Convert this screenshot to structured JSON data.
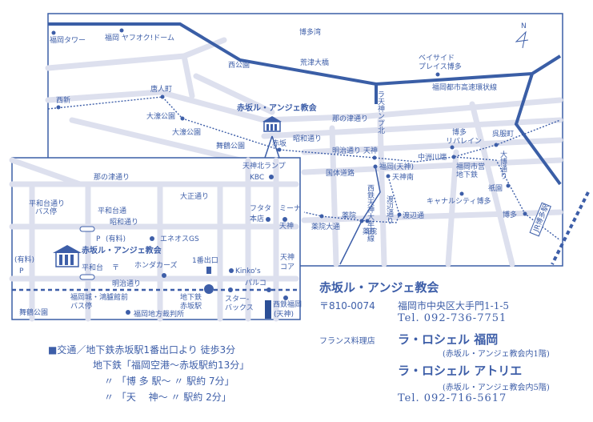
{
  "colors": {
    "accent": "#3d5ea8",
    "road": "#dde0ee"
  },
  "map": {
    "compass": "N",
    "labels": {
      "hakata_bay": "博多湾",
      "fukuoka_tower": "福岡タワー",
      "dome": "福岡 ヤフオク!ドーム",
      "nishi_park": "西公園",
      "aratsu": "荒津大橋",
      "bayside1": "ベイサイド",
      "bayside2": "プレイス博多",
      "expressway": "福岡都市高速環状線",
      "tenjin_ramp": "ラ天神ンプ北",
      "tojinmachi": "唐人町",
      "nishijin": "西新",
      "church": "赤坂ル・アンジェ教会",
      "ohori_station": "大濠公園",
      "ohori_park": "大濠公園",
      "maizuru": "舞鶴公園",
      "nanotsu": "那の津通り",
      "akasaka": "赤坂",
      "showa": "昭和通り",
      "meiji_tenjin": "明治通り 天神",
      "riverain1": "博多",
      "riverain2": "リバレイン",
      "gofukumachi": "呉服町",
      "nakasu": "中洲川端",
      "taihaku": "大博通り",
      "subway1": "福岡市営",
      "subway2": "地下鉄",
      "kokutai": "国体道路",
      "fukuoka_tenjin": "福岡(天神)",
      "tenjin_minami": "天神南",
      "gion": "祇園",
      "canal": "キャナルシティ博多",
      "watanabe": "渡辺通",
      "watanabe_st": "渡辺通り",
      "nishitetsu": "西鉄天神大牟田線",
      "yakuin": "薬院",
      "yakuin_odori": "薬院大通",
      "yakuin2": "薬院",
      "hakata": "博多",
      "jr_hakata": "JR博多駅"
    },
    "inset": {
      "tenjin_ramp": "天神北ランプ",
      "kbc": "KBC",
      "nanotsu": "那の津通り",
      "taisho": "大正通り",
      "heiwadai_bus1": "平和台通り",
      "heiwadai_bus2": "バス停",
      "heiwadai_dori": "平和台通",
      "showa": "昭和通り",
      "futata1": "フタタ",
      "futata2": "本店",
      "mina1": "ミーナ",
      "mina2": "天神",
      "parking_paid": "(有料)",
      "p": "P",
      "eneos": "エネオスGS",
      "church": "赤坂ル・アンジェ教会",
      "heiwadai": "平和台",
      "post": "〒",
      "honda": "ホンダカーズ",
      "exit1": "1番出口",
      "kinkos": "Kinko's",
      "core1": "天神",
      "core2": "コア",
      "meiji": "明治通り",
      "akasaka1": "地下鉄",
      "akasaka2": "赤坂駅",
      "starbucks1": "スター-",
      "starbucks2": "バックス",
      "parco": "パルコ",
      "nishitetsu1": "西鉄福岡",
      "nishitetsu2": "(天神)",
      "korokan1": "福岡城・鴻臚館前",
      "korokan2": "バス停",
      "maizuru": "舞鶴公園",
      "court": "福岡地方裁判所"
    }
  },
  "access": {
    "line1": "■交通／地下鉄赤坂駅1番出口より 徒歩3分",
    "line2": "地下鉄「福岡空港〜赤坂駅約13分」",
    "line3": "〃 「博 多 駅〜 〃 駅約 7分」",
    "line4": "〃 「天　 神〜 〃 駅約 2分」"
  },
  "info": {
    "name": "赤坂ル・アンジェ教会",
    "postal": "〒810-0074",
    "address": "福岡市中央区大手門1-1-5",
    "tel1": "Tel. 092-736-7751",
    "restaurant_type": "フランス料理店",
    "restaurant1": "ラ・ロシェル 福岡",
    "restaurant1_note": "(赤坂ル・アンジェ教会内1階)",
    "restaurant2": "ラ・ロシェル アトリエ",
    "restaurant2_note": "(赤坂ル・アンジェ教会内5階)",
    "tel2": "Tel. 092-716-5617"
  }
}
